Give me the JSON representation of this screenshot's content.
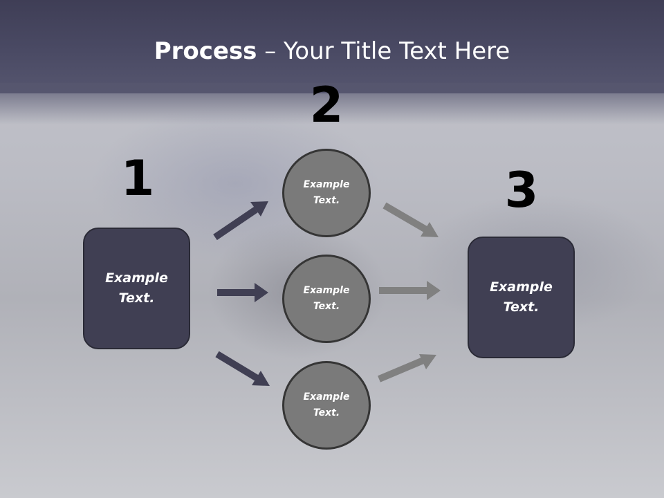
{
  "title": {
    "bold": "Process",
    "rest": " – Your Title Text Here"
  },
  "steps": [
    {
      "number": "1",
      "box_text": "Example Text."
    },
    {
      "number": "2",
      "circles": [
        "Example Text.",
        "Example Text.",
        "Example Text."
      ]
    },
    {
      "number": "3",
      "box_text": "Example Text."
    }
  ],
  "colors": {
    "header": "#4a4a64",
    "box_fill": "#403f53",
    "circle_fill": "#7a7a7a",
    "arrow_dark": "#403f53",
    "arrow_gray": "#808080"
  }
}
